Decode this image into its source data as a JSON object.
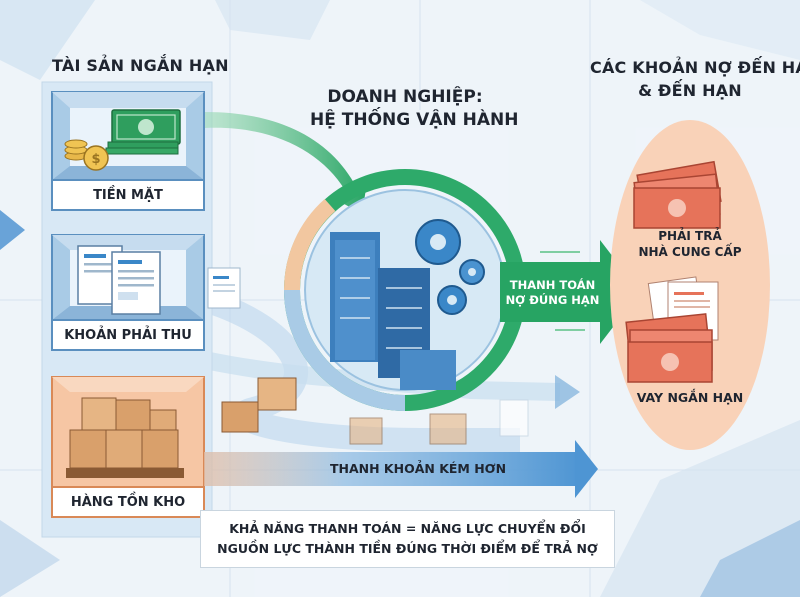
{
  "left_header": "TÀI SẢN NGẮN HẠN",
  "center_title_line1": "DOANH NGHIỆP:",
  "center_title_line2": "HỆ THỐNG VẬN HÀNH",
  "right_header_line1": "CÁC KHOẢN NỢ ĐẾN HẠN",
  "right_header_line2": "& ĐẾN HẠN",
  "assets": {
    "cash": "TIỀN MẶT",
    "receivables": "KHOẢN PHẢI THU",
    "inventory": "HÀNG TỒN KHO"
  },
  "arrow_pay_line1": "THANH TOÁN",
  "arrow_pay_line2": "NỢ ĐÚNG HẠN",
  "arrow_liquidity": "THANH KHOẢN KÉM HƠN",
  "liabilities": {
    "payables_line1": "PHẢI TRẢ",
    "payables_line2": "NHÀ CUNG CẤP",
    "short_loan": "VAY NGẮN HẠN"
  },
  "note_line1": "KHẢ NĂNG THANH TOÁN = NĂNG LỰC CHUYỂN ĐỔI",
  "note_line2": "NGUỒN LỰC THÀNH TIỀN ĐÚNG THỜI ĐIỂM ĐỂ TRẢ NỢ",
  "colors": {
    "green": "#2eaa6a",
    "blue": "#3a87c8",
    "orange": "#f2a678",
    "red_bill": "#e6735a",
    "cash_green": "#2f9e5e"
  }
}
